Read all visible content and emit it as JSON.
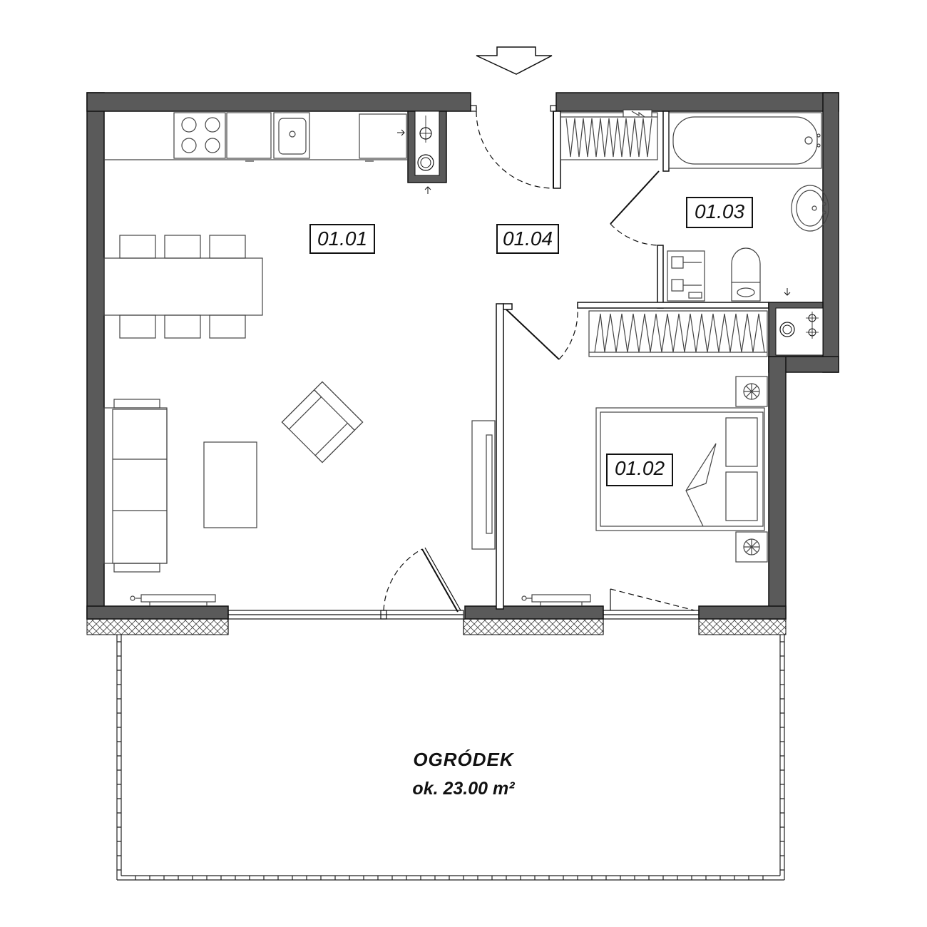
{
  "rooms": [
    {
      "id": "01.01"
    },
    {
      "id": "01.02"
    },
    {
      "id": "01.03"
    },
    {
      "id": "01.04"
    }
  ],
  "garden": {
    "name": "OGRÓDEK",
    "area": "ok. 23.00 m²"
  },
  "colors": {
    "wall": "#5a5a5a",
    "line": "#111111",
    "fixture": "#444444"
  }
}
